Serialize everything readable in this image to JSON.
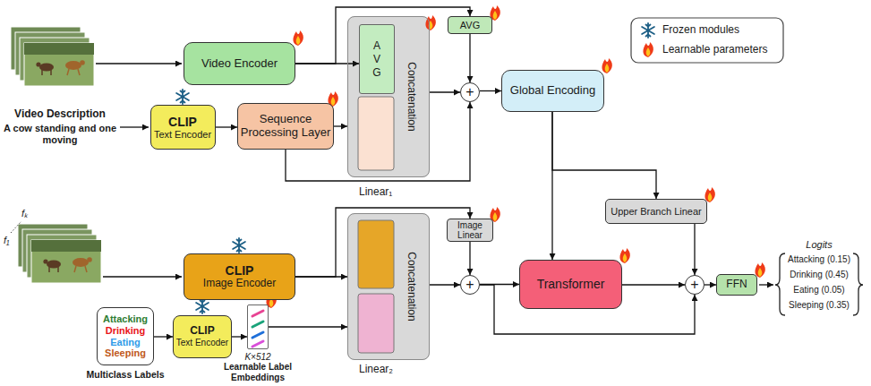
{
  "diagram": {
    "nodes": [
      {
        "text": [
          "Video Encoder"
        ]
      },
      {
        "text": [
          "CLIP",
          "Text Encoder"
        ]
      },
      {
        "text": [
          "Sequence Processing Layer"
        ]
      },
      {
        "text": [
          "Concatenation",
          "Linear₁"
        ]
      },
      {
        "text": [
          "AVG"
        ],
        "in": 3
      },
      {
        "text": [
          "AVG"
        ]
      },
      {
        "text": [
          "+"
        ]
      },
      {
        "text": [
          "Global Encoding"
        ]
      },
      {
        "text": [
          "CLIP",
          "Image Encoder"
        ]
      },
      {
        "text": [
          "Attacking",
          "Drinking",
          "Eating",
          "Sleeping",
          "Multiclass Labels"
        ]
      },
      {
        "text": [
          "CLIP",
          "Text Encoder"
        ]
      },
      {
        "text": [
          "K×512",
          "Learnable Label Embeddings"
        ]
      },
      {
        "text": [
          "Concatenation",
          "Linear₂"
        ]
      },
      {
        "text": [
          "Image Linear"
        ]
      },
      {
        "text": [
          "+"
        ]
      },
      {
        "text": [
          "Transformer"
        ]
      },
      {
        "text": [
          "Upper Branch Linear"
        ]
      },
      {
        "text": [
          "+"
        ]
      },
      {
        "text": [
          "FFN"
        ]
      }
    ],
    "edges": [
      {
        "from": 0,
        "to": 4,
        "arrow": "to"
      },
      {
        "from": 0,
        "to": 5,
        "arrow": "to"
      },
      {
        "from": 1,
        "to": 2,
        "arrow": "to"
      },
      {
        "from": 2,
        "to": 3,
        "arrow": "to"
      },
      {
        "from": 2,
        "to": 6,
        "arrow": "to"
      },
      {
        "from": 5,
        "to": 6,
        "arrow": "to"
      },
      {
        "from": 3,
        "to": 6,
        "arrow": "to"
      },
      {
        "from": 6,
        "to": 7,
        "arrow": "to"
      },
      {
        "from": 7,
        "to": 15,
        "arrow": "to"
      },
      {
        "from": 7,
        "to": 16,
        "arrow": "to"
      },
      {
        "from": 8,
        "to": 12,
        "arrow": "to"
      },
      {
        "from": 8,
        "to": 13,
        "arrow": "to"
      },
      {
        "from": 9,
        "to": 10,
        "arrow": "to"
      },
      {
        "from": 10,
        "to": 11,
        "arrow": "to"
      },
      {
        "from": 11,
        "to": 12,
        "arrow": "to"
      },
      {
        "from": 13,
        "to": 14,
        "arrow": "to"
      },
      {
        "from": 12,
        "to": 14,
        "arrow": "to"
      },
      {
        "from": 14,
        "to": 15,
        "arrow": "to"
      },
      {
        "from": 14,
        "to": 17,
        "arrow": "to"
      },
      {
        "from": 15,
        "to": 17,
        "arrow": "to"
      },
      {
        "from": 16,
        "to": 17,
        "arrow": "to"
      },
      {
        "from": 17,
        "to": 18,
        "arrow": "to"
      }
    ],
    "labels": [
      "Video Description",
      "A cow standing and one moving",
      "f₁",
      "fₖ",
      "Logits",
      "Attacking (0.15)",
      "Drinking (0.45)",
      "Eating (0.05)",
      "Sleeping (0.35)"
    ],
    "legend": [
      {
        "text": "Frozen modules"
      },
      {
        "text": "Learnable parameters"
      }
    ]
  }
}
